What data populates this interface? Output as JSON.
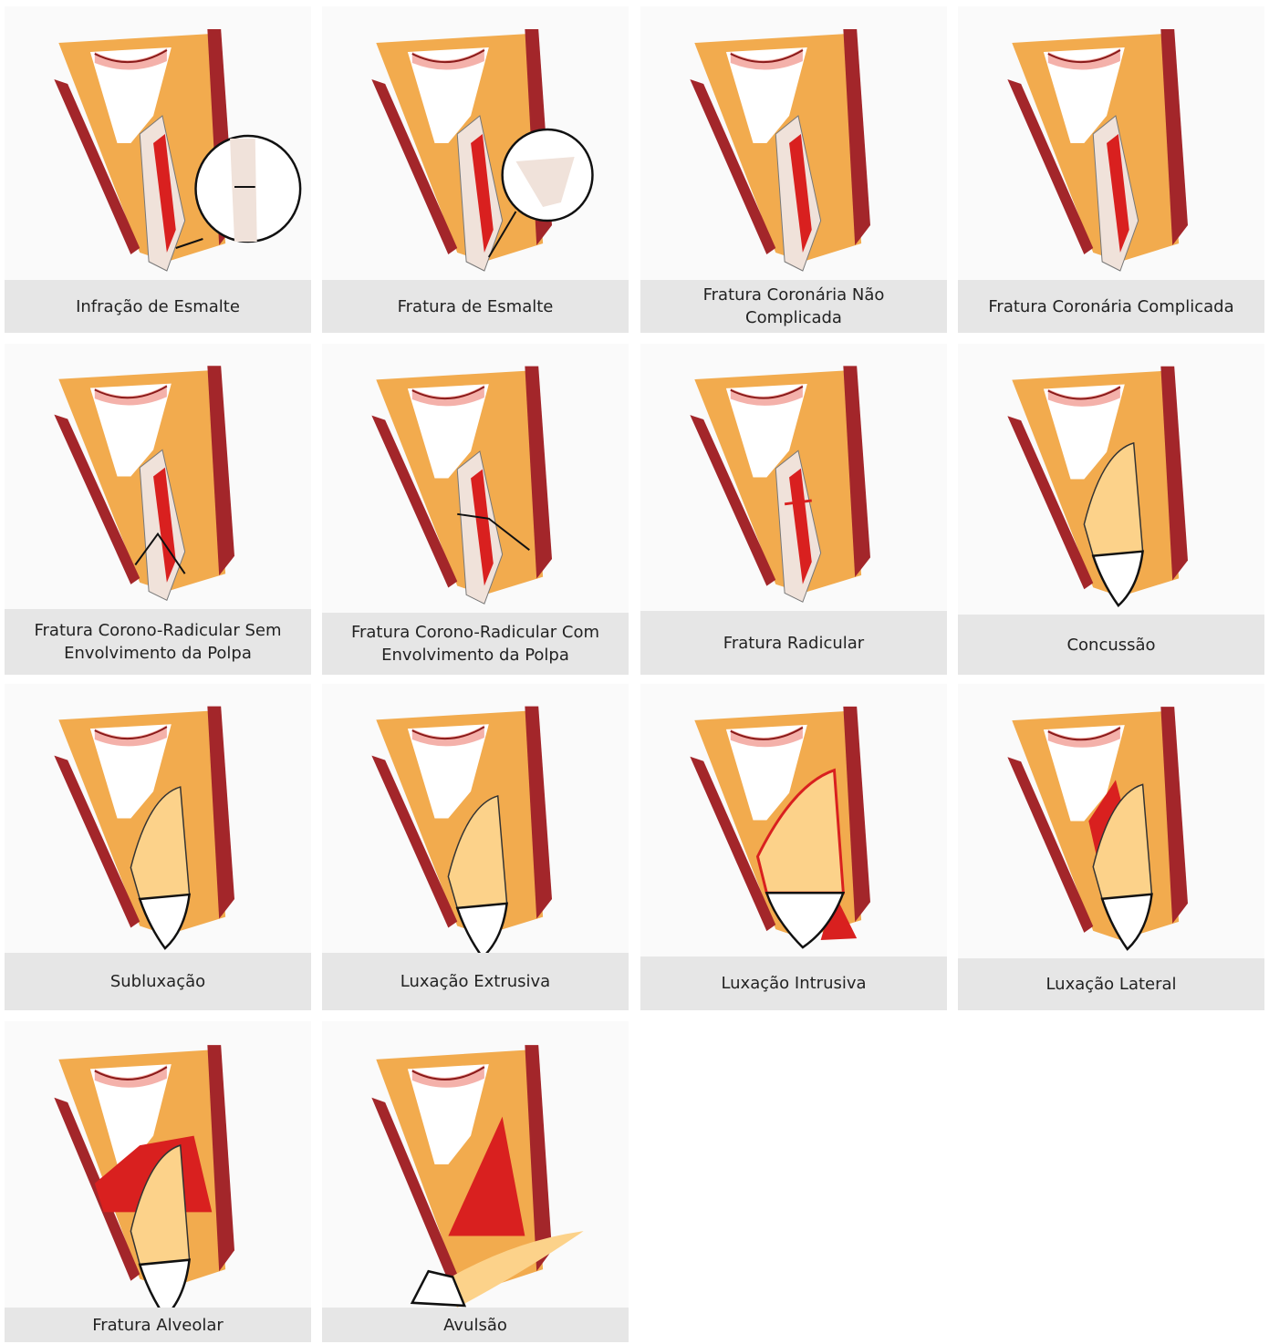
{
  "colors": {
    "bone": "#f2ab4e",
    "gum": "#a3262a",
    "pulp": "#d9201f",
    "tooth": "#f0e2da",
    "crown": "#fcd28a",
    "lip": "#f4b1aa",
    "outline": "#111111",
    "caption_bg": "#e6e6e6"
  },
  "panels": [
    {
      "caption": "Infração de Esmalte",
      "variant": "infraction"
    },
    {
      "caption": "Fratura de Esmalte",
      "variant": "enamel_fracture"
    },
    {
      "caption": "Fratura Coronária Não Complicada",
      "variant": "crown_uncomplicated"
    },
    {
      "caption": "Fratura Coronária Complicada",
      "variant": "crown_complicated"
    },
    {
      "caption": "Fratura Corono-Radicular Sem Envolvimento da Polpa",
      "variant": "crown_root_no_pulp"
    },
    {
      "caption": "Fratura Corono-Radicular Com Envolvimento da Polpa",
      "variant": "crown_root_pulp"
    },
    {
      "caption": "Fratura Radicular",
      "variant": "root_fracture"
    },
    {
      "caption": "Concussão",
      "variant": "concussion"
    },
    {
      "caption": "Subluxação",
      "variant": "subluxation"
    },
    {
      "caption": "Luxação Extrusiva",
      "variant": "extrusive"
    },
    {
      "caption": "Luxação Intrusiva",
      "variant": "intrusive"
    },
    {
      "caption": "Luxação Lateral",
      "variant": "lateral"
    },
    {
      "caption": "Fratura Alveolar",
      "variant": "alveolar"
    },
    {
      "caption": "Avulsão",
      "variant": "avulsion"
    }
  ]
}
